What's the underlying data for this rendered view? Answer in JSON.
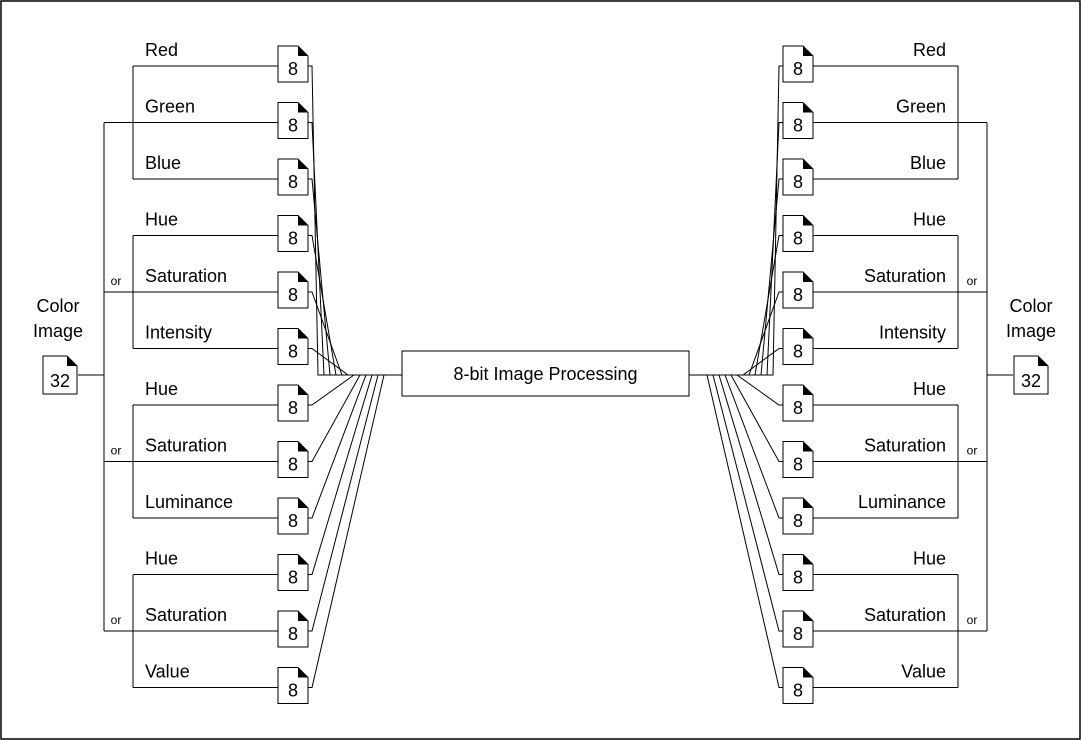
{
  "left": {
    "source_label": [
      "Color",
      "Image"
    ],
    "source_bits": "32",
    "groups": [
      {
        "connector": "",
        "channels": [
          "Red",
          "Green",
          "Blue"
        ]
      },
      {
        "connector": "or",
        "channels": [
          "Hue",
          "Saturation",
          "Intensity"
        ]
      },
      {
        "connector": "or",
        "channels": [
          "Hue",
          "Saturation",
          "Luminance"
        ]
      },
      {
        "connector": "or",
        "channels": [
          "Hue",
          "Saturation",
          "Value"
        ]
      }
    ],
    "channel_bits": "8"
  },
  "right": {
    "dest_label": [
      "Color",
      "Image"
    ],
    "dest_bits": "32",
    "groups": [
      {
        "connector": "",
        "channels": [
          "Red",
          "Green",
          "Blue"
        ]
      },
      {
        "connector": "or",
        "channels": [
          "Hue",
          "Saturation",
          "Intensity"
        ]
      },
      {
        "connector": "or",
        "channels": [
          "Hue",
          "Saturation",
          "Luminance"
        ]
      },
      {
        "connector": "or",
        "channels": [
          "Hue",
          "Saturation",
          "Value"
        ]
      }
    ],
    "channel_bits": "8"
  },
  "center": {
    "label": "8-bit Image Processing"
  }
}
